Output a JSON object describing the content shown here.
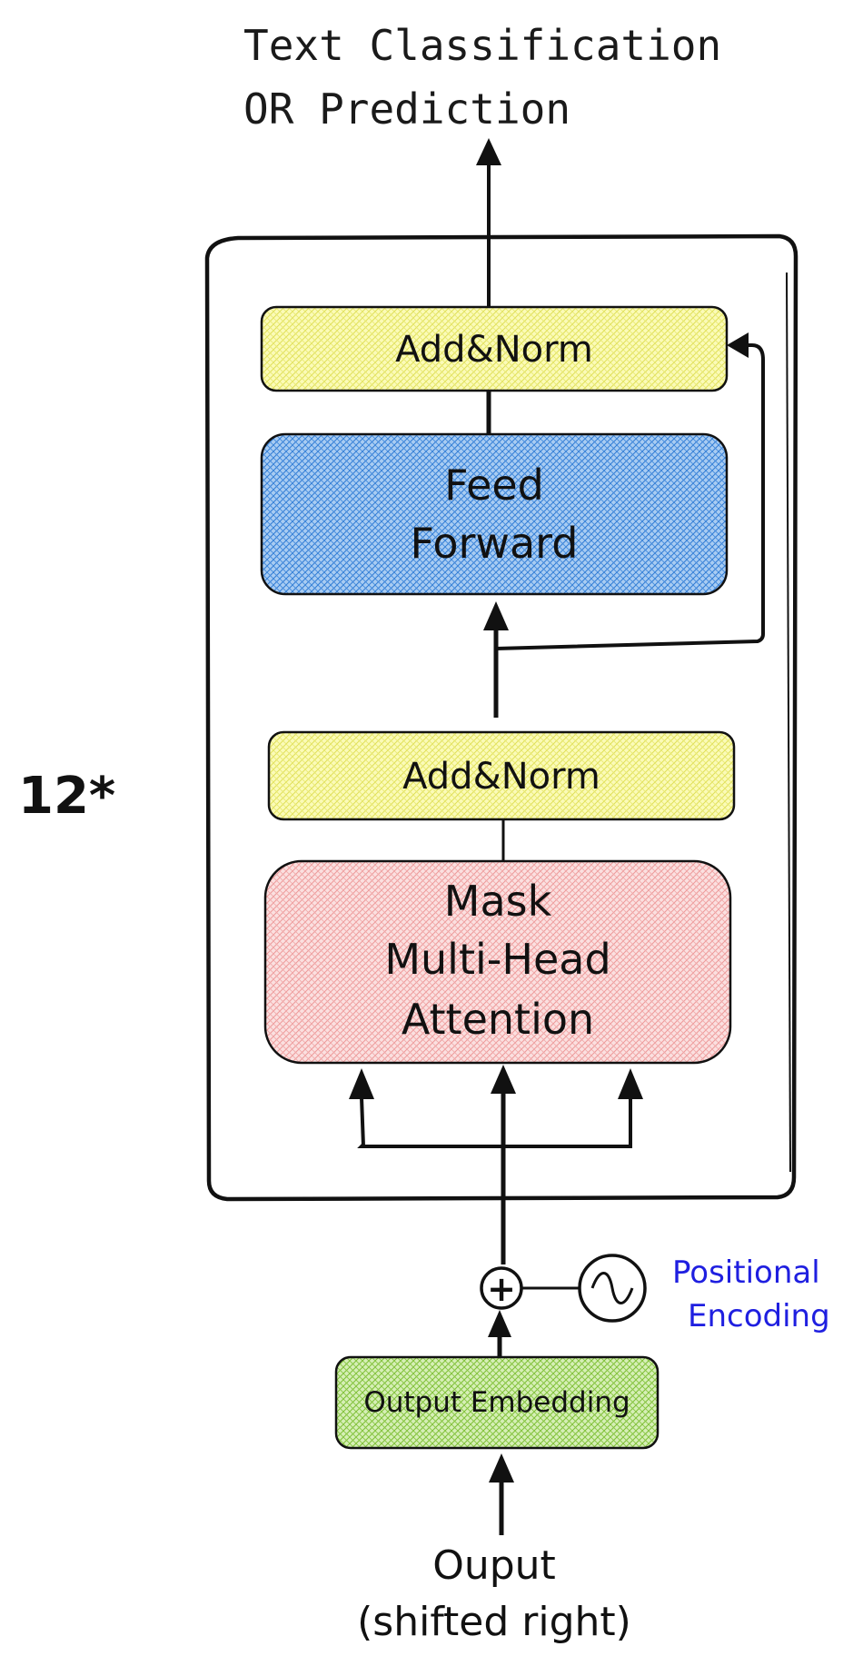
{
  "title": {
    "line1": "Text Classification",
    "line2": "OR Prediction"
  },
  "repeat_label": "12*",
  "blocks": {
    "add_norm_top": {
      "label": "Add&Norm",
      "fill": "#f5f58a",
      "hatch": "#e3e35a"
    },
    "feed_forward": {
      "line1": "Feed",
      "line2": "Forward",
      "fill": "#7fb1ea",
      "hatch": "#3b82d6"
    },
    "add_norm_bottom": {
      "label": "Add&Norm",
      "fill": "#f5f58a",
      "hatch": "#e3e35a"
    },
    "masked_attention": {
      "line1": "Mask",
      "line2": "Multi-Head",
      "line3": "Attention",
      "fill": "#f7c2c2",
      "hatch": "#ef8e8e"
    },
    "output_embedding": {
      "label": "Output Embedding",
      "fill": "#bde38c",
      "hatch": "#86c83f"
    }
  },
  "positional_encoding": {
    "line1": "Positional",
    "line2": "Encoding",
    "color": "#1f1fe0",
    "adder_symbol": "+"
  },
  "input": {
    "line1": "Ouput",
    "line2": "(shifted right)"
  }
}
